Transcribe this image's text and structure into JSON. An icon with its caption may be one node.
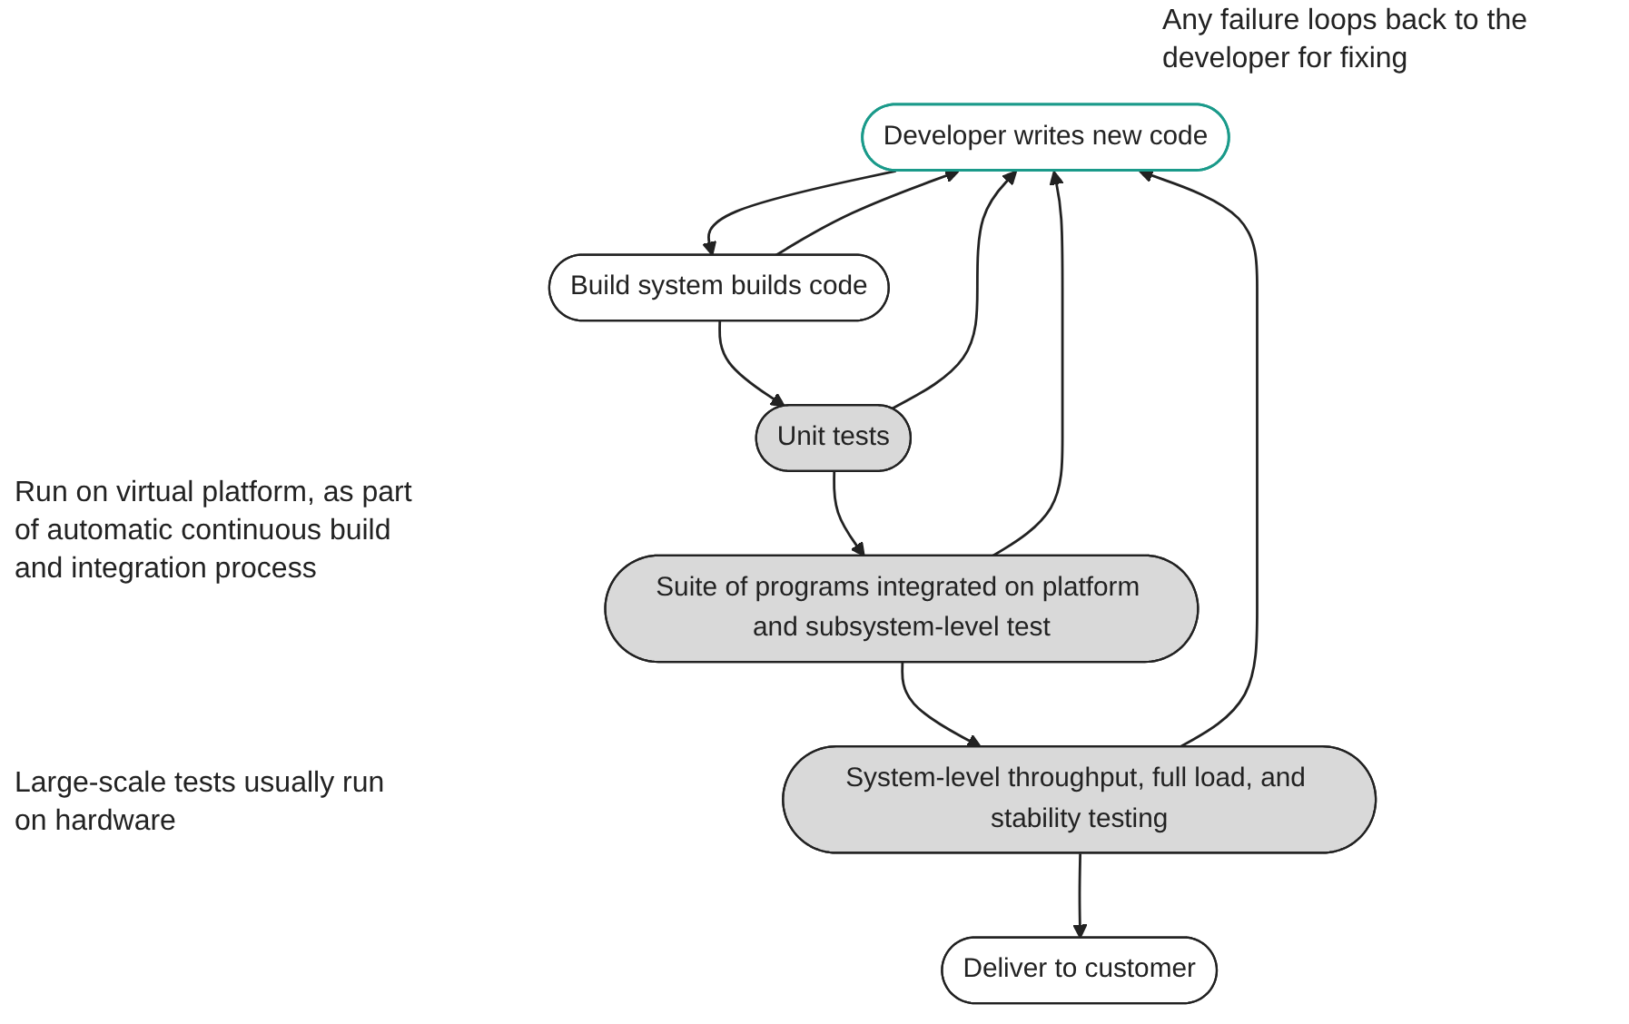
{
  "diagram": {
    "nodes": [
      {
        "text": [
          "Developer writes new code"
        ]
      },
      {
        "text": [
          "Build system builds code"
        ]
      },
      {
        "text": [
          "Unit tests"
        ]
      },
      {
        "text": [
          "Suite of programs integrated on platform and subsystem-level test"
        ]
      },
      {
        "text": [
          "System-level throughput, full load, and stability testing"
        ]
      },
      {
        "text": [
          "Deliver to customer"
        ]
      }
    ],
    "edges": [
      {
        "from": 0,
        "to": 1,
        "arrow": "to"
      },
      {
        "from": 1,
        "to": 2,
        "arrow": "to"
      },
      {
        "from": 2,
        "to": 3,
        "arrow": "to"
      },
      {
        "from": 3,
        "to": 4,
        "arrow": "to"
      },
      {
        "from": 4,
        "to": 5,
        "arrow": "to"
      },
      {
        "from": 1,
        "to": 0,
        "arrow": "to"
      },
      {
        "from": 2,
        "to": 0,
        "arrow": "to"
      },
      {
        "from": 3,
        "to": 0,
        "arrow": "to"
      },
      {
        "from": 4,
        "to": 0,
        "arrow": "to"
      }
    ],
    "labels": [
      "Any failure loops back to the developer for fixing",
      "Run on virtual platform, as part of automatic continuous build and integration process",
      "Large-scale tests usually run on hardware"
    ]
  }
}
